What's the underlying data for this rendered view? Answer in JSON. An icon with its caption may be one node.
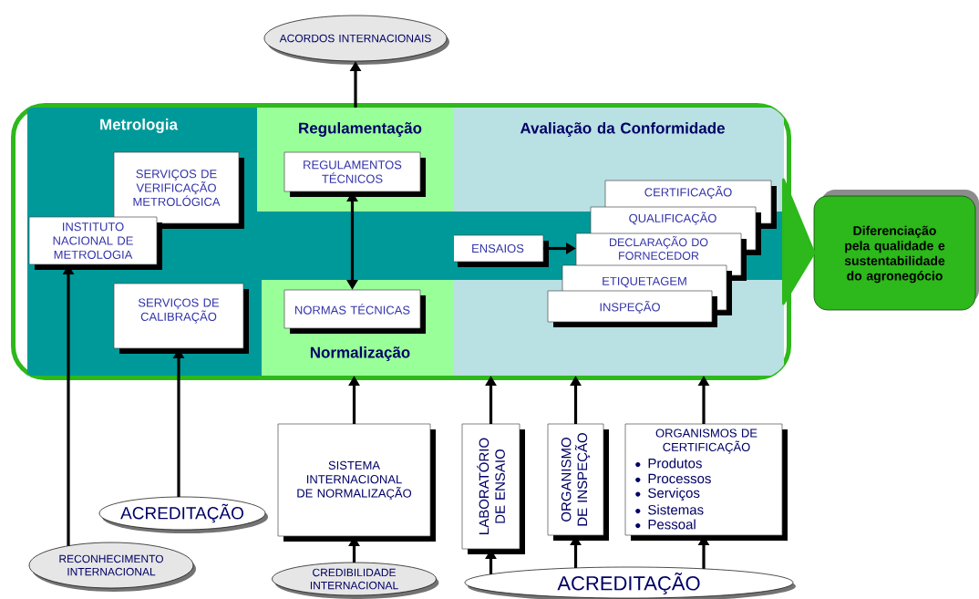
{
  "diagram": {
    "nodes": [
      {
        "text": [],
        "shape": "box"
      },
      {
        "text": [
          "Metrologia"
        ],
        "in": 0
      },
      {
        "text": [
          "SERVIÇOS DE VERIFICAÇÃO METROLÓGICA"
        ],
        "in": 1
      },
      {
        "text": [
          "INSTITUTO NACIONAL DE METROLOGIA"
        ],
        "in": 1
      },
      {
        "text": [
          "SERVIÇOS DE CALIBRAÇÃO"
        ],
        "in": 1
      },
      {
        "text": [
          "Regulamentação"
        ],
        "in": 0
      },
      {
        "text": [
          "REGULAMENTOS TÉCNICOS"
        ],
        "in": 5
      },
      {
        "text": [
          "Normalização"
        ],
        "in": 0
      },
      {
        "text": [
          "NORMAS TÉCNICAS"
        ],
        "in": 7
      },
      {
        "text": [
          "Avaliação da Conformidade"
        ],
        "in": 0
      },
      {
        "text": [
          "ENSAIOS"
        ],
        "in": 9
      },
      {
        "text": [
          "CERTIFICAÇÃO"
        ],
        "in": 9
      },
      {
        "text": [
          "QUALIFICAÇÃO"
        ],
        "in": 9
      },
      {
        "text": [
          "DECLARAÇÃO DO FORNECEDOR"
        ],
        "in": 9
      },
      {
        "text": [
          "ETIQUETAGEM"
        ],
        "in": 9
      },
      {
        "text": [
          "INSPEÇÃO"
        ],
        "in": 9
      },
      {
        "text": [
          "ACORDOS INTERNACIONAIS"
        ]
      },
      {
        "text": [
          "Diferenciação pela qualidade e sustentabilidade do agronegócio"
        ]
      },
      {
        "text": [
          "SISTEMA INTERNACIONAL DE NORMALIZAÇÃO"
        ]
      },
      {
        "text": [
          "LABORATÓRIO DE ENSAIO"
        ]
      },
      {
        "text": [
          "ORGANISMO DE INSPEÇÃO"
        ]
      },
      {
        "text": [
          "ORGANISMOS DE CERTIFICAÇÃO",
          "Produtos",
          "Processos",
          "Serviços",
          "Sistemas",
          "Pessoal"
        ]
      },
      {
        "text": [
          "ACREDITAÇÃO"
        ]
      },
      {
        "text": [
          "RECONHECIMENTO INTERNACIONAL"
        ]
      },
      {
        "text": [
          "CREDIBILIDADE INTERNACIONAL"
        ]
      },
      {
        "text": [
          "ACREDITAÇÃO"
        ]
      }
    ],
    "edges": [
      {
        "from": 5,
        "to": 16,
        "arrow": "to"
      },
      {
        "from": 6,
        "to": 8,
        "arrow": "both"
      },
      {
        "from": 10,
        "to": 13,
        "arrow": "to"
      },
      {
        "from": 0,
        "to": 17,
        "arrow": "to",
        "style": "thick",
        "color": "#2db81b"
      },
      {
        "from": 23,
        "to": 3,
        "arrow": "to"
      },
      {
        "from": 22,
        "to": 4,
        "arrow": "to"
      },
      {
        "from": 24,
        "to": 18,
        "arrow": "to"
      },
      {
        "from": 18,
        "to": 7,
        "arrow": "to"
      },
      {
        "from": 19,
        "to": 9,
        "arrow": "to"
      },
      {
        "from": 20,
        "to": 9,
        "arrow": "to"
      },
      {
        "from": 21,
        "to": 9,
        "arrow": "to"
      },
      {
        "from": 25,
        "to": 19,
        "arrow": "to"
      },
      {
        "from": 25,
        "to": 20,
        "arrow": "to"
      },
      {
        "from": 25,
        "to": 21,
        "arrow": "to"
      }
    ]
  }
}
